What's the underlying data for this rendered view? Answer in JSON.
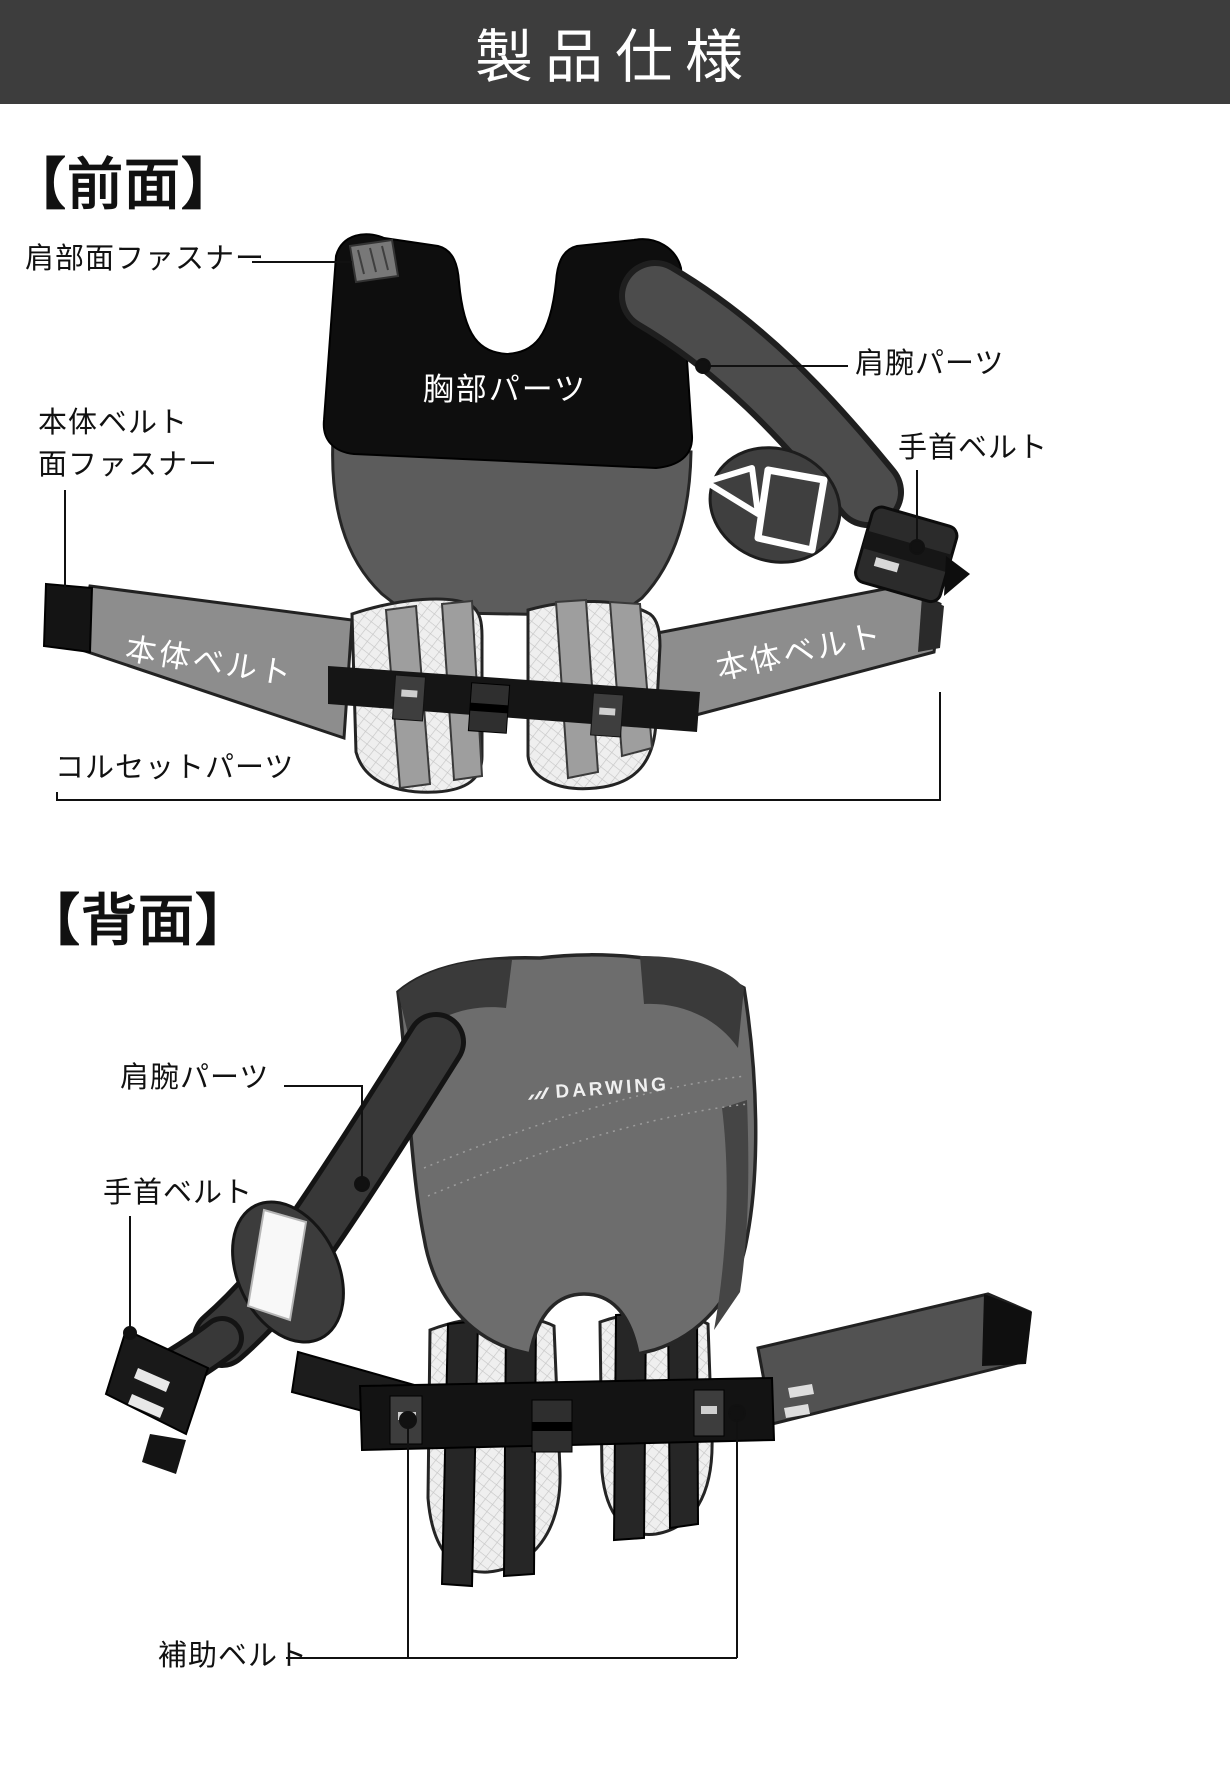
{
  "header": {
    "title": "製品仕様"
  },
  "front": {
    "heading": "【前面】",
    "callouts": {
      "shoulder_surface_fastener": "肩部面ファスナー",
      "shoulder_arm_parts": "肩腕パーツ",
      "wrist_belt": "手首ベルト",
      "body_belt_line1": "本体ベルト",
      "body_belt_line2": "面ファスナー",
      "corset_parts": "コルセットパーツ"
    },
    "on_product": {
      "chest_parts": "胸部パーツ",
      "body_belt_left": "本体ベルト",
      "body_belt_right": "本体ベルト"
    }
  },
  "back": {
    "heading": "【背面】",
    "callouts": {
      "shoulder_arm_parts": "肩腕パーツ",
      "wrist_belt": "手首ベルト",
      "auxiliary_belt": "補助ベルト"
    },
    "on_product": {
      "brand_logo": "DARWING"
    }
  },
  "colors": {
    "header_bg": "#3d3d3d",
    "ink": "#111111",
    "vest_black": "#0e0e0e",
    "garment_gray": "#6d6d6d",
    "torso_gray": "#5c5c5c",
    "belt_gray": "#8d8d8d",
    "strap_dark": "#1a1a1a",
    "mesh_light": "#efefef"
  }
}
